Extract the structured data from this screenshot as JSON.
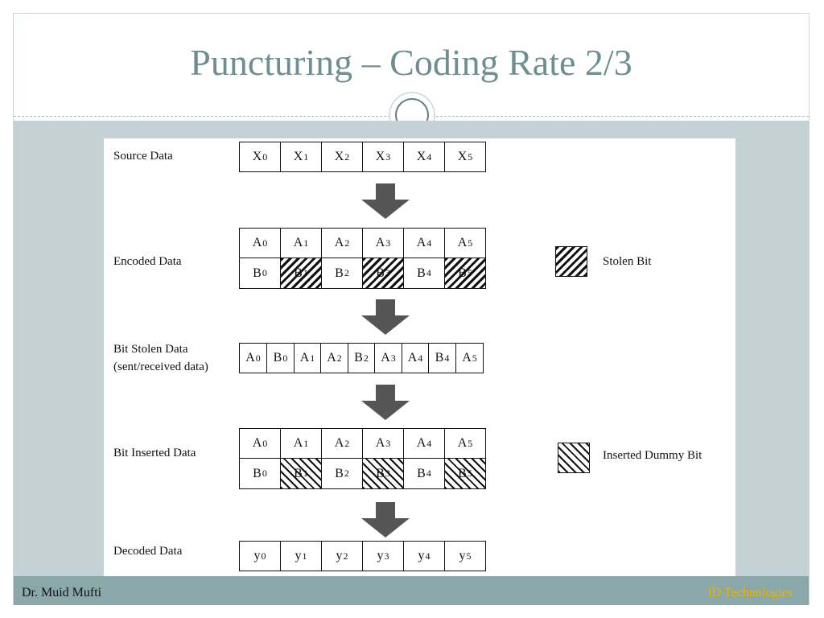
{
  "slide": {
    "title": "Puncturing – Coding Rate 2/3"
  },
  "diagram": {
    "rows": {
      "source_data": {
        "label": "Source Data",
        "cells": [
          {
            "base": "X",
            "sub": "0"
          },
          {
            "base": "X",
            "sub": "1"
          },
          {
            "base": "X",
            "sub": "2"
          },
          {
            "base": "X",
            "sub": "3"
          },
          {
            "base": "X",
            "sub": "4"
          },
          {
            "base": "X",
            "sub": "5"
          }
        ]
      },
      "encoded_data": {
        "label": "Encoded Data",
        "top": [
          {
            "base": "A",
            "sub": "0"
          },
          {
            "base": "A",
            "sub": "1"
          },
          {
            "base": "A",
            "sub": "2"
          },
          {
            "base": "A",
            "sub": "3"
          },
          {
            "base": "A",
            "sub": "4"
          },
          {
            "base": "A",
            "sub": "5"
          }
        ],
        "bottom": [
          {
            "base": "B",
            "sub": "0",
            "hatch": "none"
          },
          {
            "base": "B",
            "sub": "1",
            "hatch": "stolen"
          },
          {
            "base": "B",
            "sub": "2",
            "hatch": "none"
          },
          {
            "base": "B",
            "sub": "3",
            "hatch": "stolen"
          },
          {
            "base": "B",
            "sub": "4",
            "hatch": "none"
          },
          {
            "base": "B",
            "sub": "5",
            "hatch": "stolen"
          }
        ]
      },
      "bit_stolen_data": {
        "label_line1": "Bit Stolen Data",
        "label_line2": "(sent/received data)",
        "cells": [
          {
            "base": "A",
            "sub": "0"
          },
          {
            "base": "B",
            "sub": "0"
          },
          {
            "base": "A",
            "sub": "1"
          },
          {
            "base": "A",
            "sub": "2"
          },
          {
            "base": "B",
            "sub": "2"
          },
          {
            "base": "A",
            "sub": "3"
          },
          {
            "base": "A",
            "sub": "4"
          },
          {
            "base": "B",
            "sub": "4"
          },
          {
            "base": "A",
            "sub": "5"
          }
        ]
      },
      "bit_inserted_data": {
        "label": "Bit Inserted Data",
        "top": [
          {
            "base": "A",
            "sub": "0"
          },
          {
            "base": "A",
            "sub": "1"
          },
          {
            "base": "A",
            "sub": "2"
          },
          {
            "base": "A",
            "sub": "3"
          },
          {
            "base": "A",
            "sub": "4"
          },
          {
            "base": "A",
            "sub": "5"
          }
        ],
        "bottom": [
          {
            "base": "B",
            "sub": "0",
            "hatch": "none"
          },
          {
            "base": "B",
            "sub": "1",
            "hatch": "dummy"
          },
          {
            "base": "B",
            "sub": "2",
            "hatch": "none"
          },
          {
            "base": "B",
            "sub": "3",
            "hatch": "dummy"
          },
          {
            "base": "B",
            "sub": "4",
            "hatch": "none"
          },
          {
            "base": "B",
            "sub": "5",
            "hatch": "dummy"
          }
        ]
      },
      "decoded_data": {
        "label": "Decoded Data",
        "cells": [
          {
            "base": "y",
            "sub": "0"
          },
          {
            "base": "y",
            "sub": "1"
          },
          {
            "base": "y",
            "sub": "2"
          },
          {
            "base": "y",
            "sub": "3"
          },
          {
            "base": "y",
            "sub": "4"
          },
          {
            "base": "y",
            "sub": "5"
          }
        ]
      }
    },
    "legend": {
      "stolen_bit": "Stolen Bit",
      "inserted_dummy_bit": "Inserted Dummy Bit"
    },
    "arrow_icon": "down-arrow-icon"
  },
  "footer": {
    "author": "Dr. Muid Mufti",
    "organization": "ID Technologies"
  },
  "colors": {
    "title": "#6f8e92",
    "body_background": "#c4d2d6",
    "footer_background": "#8aa8aa",
    "footer_org_text": "#e8b400",
    "arrow_fill": "#555555"
  }
}
